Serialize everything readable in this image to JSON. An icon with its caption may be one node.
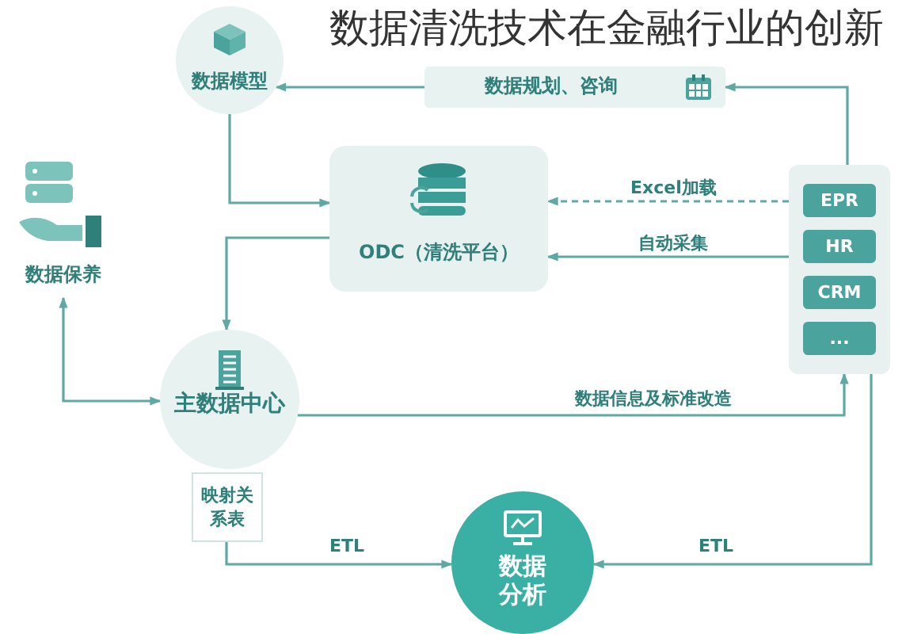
{
  "diagram": {
    "title": "数据清洗技术在金融行业的创新",
    "nodes": [
      {
        "text": [
          "数据模型"
        ]
      },
      {
        "text": [
          "数据规划、咨询"
        ]
      },
      {
        "text": [
          "ODC（清洗平台）"
        ]
      },
      {
        "text": [],
        "shape": "box"
      },
      {
        "text": [
          "EPR"
        ],
        "in": 3
      },
      {
        "text": [
          "HR"
        ],
        "in": 3
      },
      {
        "text": [
          "CRM"
        ],
        "in": 3
      },
      {
        "text": [
          "..."
        ],
        "in": 3
      },
      {
        "text": [
          "数据保养"
        ]
      },
      {
        "text": [
          "主数据中心"
        ]
      },
      {
        "text": [
          "映射关系表"
        ]
      },
      {
        "text": [
          "数据分析"
        ]
      }
    ],
    "edges": [
      {
        "from": 3,
        "to": 1,
        "arrow": "to"
      },
      {
        "from": 1,
        "to": 0,
        "arrow": "to"
      },
      {
        "from": 0,
        "to": 2,
        "arrow": "to"
      },
      {
        "from": 2,
        "to": 9,
        "arrow": "to"
      },
      {
        "from": 3,
        "to": 2,
        "arrow": "to",
        "label": "Excel加载",
        "style": "dashed"
      },
      {
        "from": 3,
        "to": 2,
        "arrow": "to",
        "label": "自动采集"
      },
      {
        "from": 8,
        "to": 9,
        "arrow": "both"
      },
      {
        "from": 9,
        "to": 3,
        "arrow": "to",
        "label": "数据信息及标准改造"
      },
      {
        "from": 10,
        "to": 11,
        "arrow": "to",
        "label": "ETL"
      },
      {
        "from": 3,
        "to": 11,
        "arrow": "to",
        "label": "ETL"
      }
    ]
  }
}
